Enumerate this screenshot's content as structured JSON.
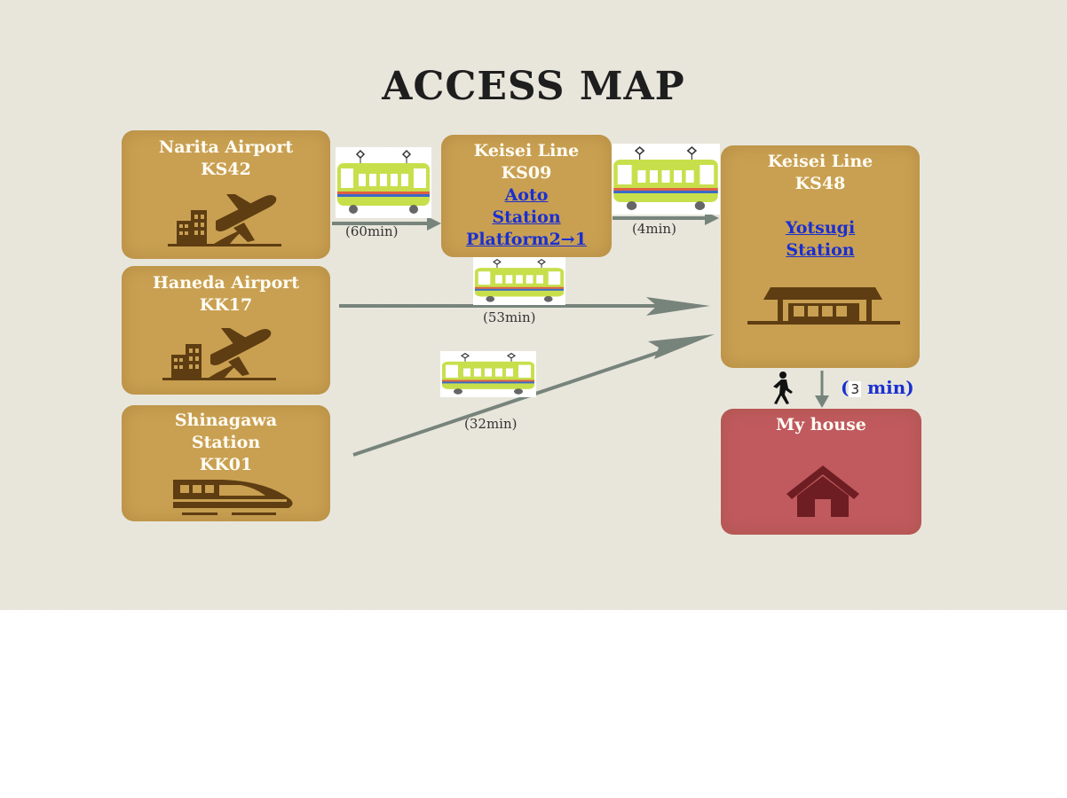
{
  "title": "ACCESS MAP",
  "origins": [
    {
      "lines": [
        "Narita Airport",
        "KS42"
      ],
      "icon": "airport-icon"
    },
    {
      "lines": [
        "Haneda Airport",
        "KK17"
      ],
      "icon": "airport-icon"
    },
    {
      "lines": [
        "Shinagawa",
        "Station",
        "KK01"
      ],
      "icon": "bullet-train-icon"
    }
  ],
  "transfer": {
    "lines": [
      "Keisei Line",
      "KS09"
    ],
    "link_lines": [
      "Aoto",
      "Station",
      "Platform2→1"
    ]
  },
  "destination": {
    "lines": [
      "Keisei Line",
      "KS48"
    ],
    "link_lines": [
      "Yotsugi",
      "Station"
    ],
    "icon": "station-icon"
  },
  "home": {
    "label": "My house",
    "icon": "house-icon"
  },
  "durations": {
    "narita_to_aoto": "(60min)",
    "aoto_to_yotsugi": "(4min)",
    "haneda_to_yotsugi": "(53min)",
    "shinagawa_to_yotsugi": "(32min)"
  },
  "walk": {
    "open": "(",
    "num": "3",
    "rest": " min)"
  },
  "colors": {
    "box": "#c9a052",
    "home": "#c05a5f",
    "link": "#1a2fd0",
    "arrow": "#6b7a72",
    "tram_body": "#c8df4c"
  }
}
